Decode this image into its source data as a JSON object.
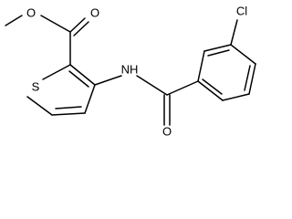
{
  "molecule": {
    "atoms": {
      "methyl_o": "O",
      "carbonyl_o": "O",
      "sulfur": "S",
      "amide_n": "NH",
      "amide_o": "O",
      "chlorine": "Cl"
    }
  }
}
